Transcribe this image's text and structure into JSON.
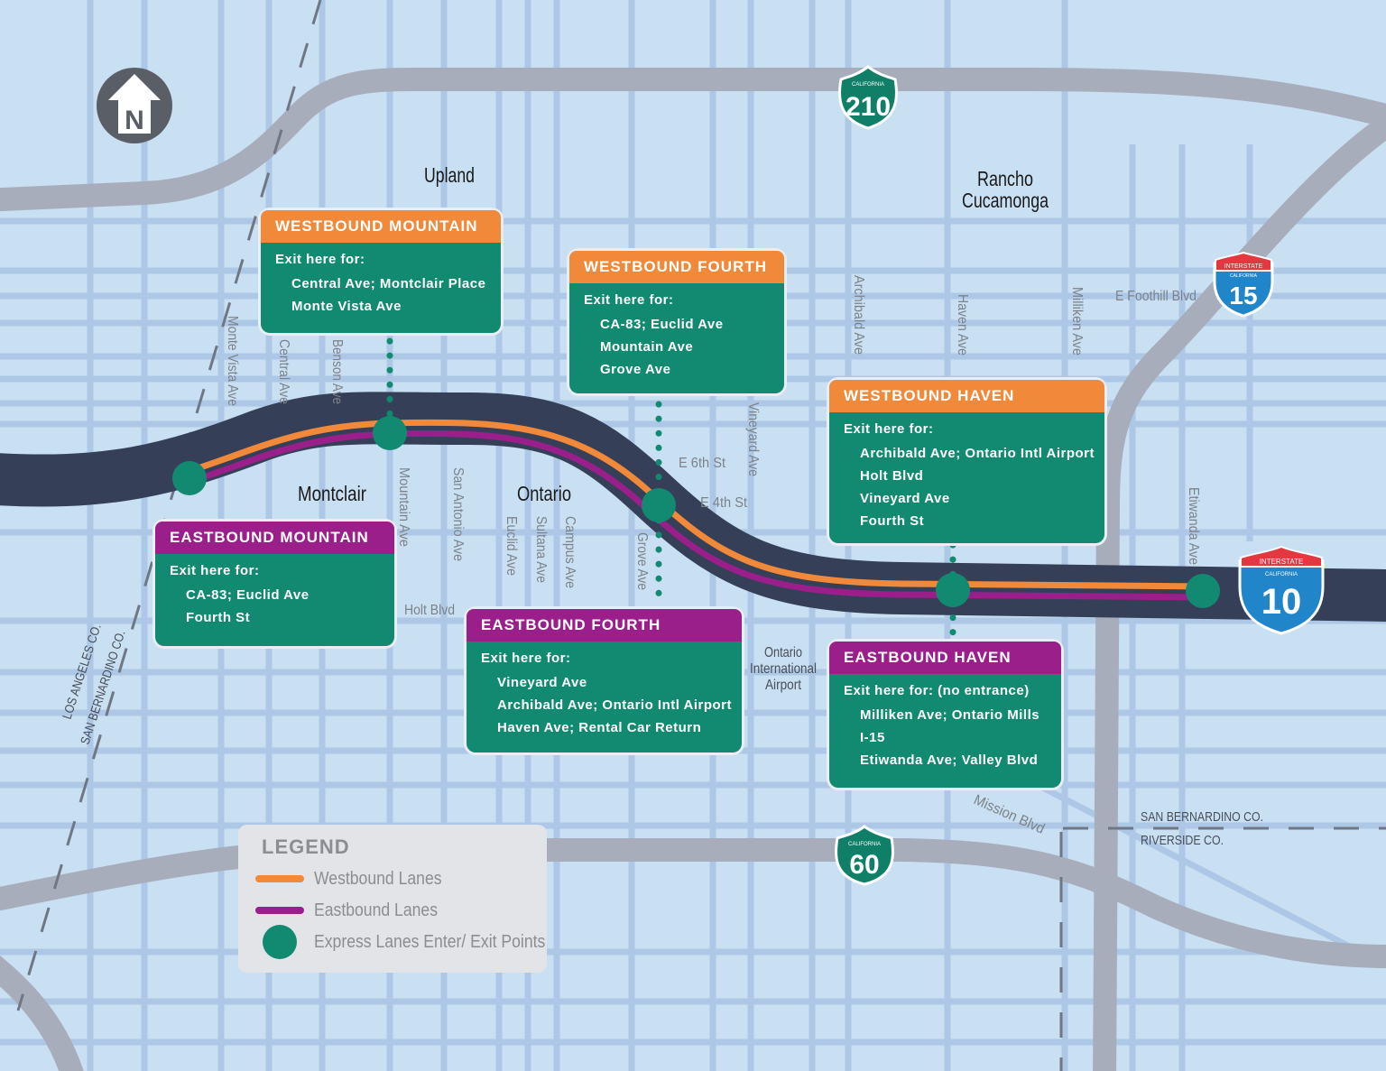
{
  "colors": {
    "background": "#c9dff2",
    "street": "#adc8e6",
    "freeway": "#a7adbb",
    "corridor": "#353f58",
    "westbound": "#f1893a",
    "eastbound": "#9a1f8a",
    "access_point": "#128a72",
    "sign_body": "#128a72"
  },
  "north_arrow": {
    "letter": "N"
  },
  "shields": {
    "sr210": {
      "state": "CALIFORNIA",
      "number": "210"
    },
    "sr60": {
      "state": "CALIFORNIA",
      "number": "60"
    },
    "i15": {
      "banner": "INTERSTATE",
      "state": "CALIFORNIA",
      "number": "15"
    },
    "i10": {
      "banner": "INTERSTATE",
      "state": "CALIFORNIA",
      "number": "10"
    }
  },
  "cities": {
    "upland": "Upland",
    "rancho_1": "Rancho",
    "rancho_2": "Cucamonga",
    "montclair": "Montclair",
    "ontario": "Ontario"
  },
  "places": {
    "airport_1": "Ontario",
    "airport_2": "International",
    "airport_3": "Airport",
    "sb_co_top": "SAN BERNARDINO CO.",
    "riverside_co": "RIVERSIDE CO.",
    "la_co": "LOS ANGELES CO.",
    "sb_co_left": "SAN BERNARDINO CO."
  },
  "streets": {
    "monte_vista": "Monte Vista Ave",
    "central": "Central Ave",
    "benson": "Benson Ave",
    "mountain": "Mountain Ave",
    "san_antonio": "San Antonio Ave",
    "euclid": "Euclid Ave",
    "sultana": "Sultana Ave",
    "campus": "Campus Ave",
    "grove": "Grove Ave",
    "vineyard": "Vineyard Ave",
    "archibald": "Archibald Ave",
    "haven": "Haven Ave",
    "milliken": "Milliken Ave",
    "etiwanda": "Etiwanda Ave",
    "foothill": "E Foothill Blvd",
    "sixth": "E 6th St",
    "fourth": "E 4th St",
    "holt": "Holt Blvd",
    "mission": "Mission Blvd"
  },
  "signs": [
    {
      "id": "wb-mountain",
      "title": "WESTBOUND MOUNTAIN",
      "intro": "Exit here for:",
      "items": [
        "Central Ave; Montclair Place",
        "Monte Vista Ave"
      ]
    },
    {
      "id": "wb-fourth",
      "title": "WESTBOUND FOURTH",
      "intro": "Exit here for:",
      "items": [
        "CA-83; Euclid Ave",
        "Mountain Ave",
        "Grove Ave"
      ]
    },
    {
      "id": "wb-haven",
      "title": "WESTBOUND HAVEN",
      "intro": "Exit here for:",
      "items": [
        "Archibald Ave; Ontario Intl Airport",
        "Holt Blvd",
        "Vineyard Ave",
        "Fourth St"
      ]
    },
    {
      "id": "eb-mountain",
      "title": "EASTBOUND MOUNTAIN",
      "intro": "Exit here for:",
      "items": [
        "CA-83; Euclid Ave",
        "Fourth St"
      ]
    },
    {
      "id": "eb-fourth",
      "title": "EASTBOUND FOURTH",
      "intro": "Exit here for:",
      "items": [
        "Vineyard Ave",
        "Archibald Ave; Ontario Intl Airport",
        "Haven Ave; Rental Car Return"
      ]
    },
    {
      "id": "eb-haven",
      "title": "EASTBOUND HAVEN",
      "intro": "Exit here for: (no entrance)",
      "items": [
        "Milliken Ave; Ontario Mills",
        "I-15",
        "Etiwanda Ave; Valley Blvd"
      ]
    }
  ],
  "legend": {
    "title": "LEGEND",
    "westbound": "Westbound Lanes",
    "eastbound": "Eastbound Lanes",
    "points": "Express Lanes Enter/ Exit Points"
  }
}
